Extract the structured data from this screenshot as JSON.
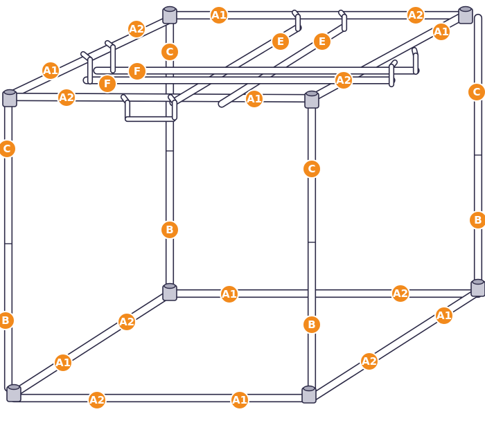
{
  "colors": {
    "pipe_outline": "#2c2a47",
    "pipe_fill": "#ffffff",
    "joint_fill": "#c9c9d6",
    "badge_fill": "#f28a1c",
    "badge_text": "#ffffff",
    "background": "#ffffff"
  },
  "labels": {
    "a1": "A1",
    "a2": "A2",
    "b": "B",
    "c": "C",
    "e": "E",
    "f": "F"
  }
}
